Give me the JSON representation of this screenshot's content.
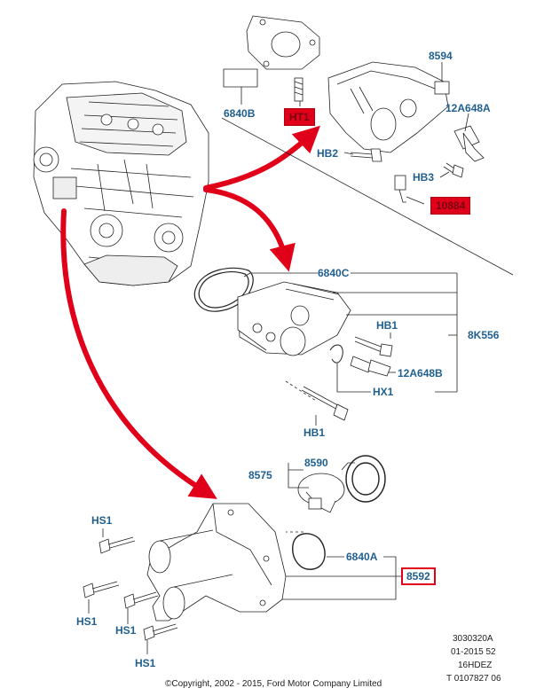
{
  "labels": {
    "p6840B": "6840B",
    "pHT1": "HT1",
    "p8594": "8594",
    "p12A648A": "12A648A",
    "pHB2": "HB2",
    "pHB3": "HB3",
    "p10884": "10884",
    "p6840C": "6840C",
    "pHB1a": "HB1",
    "p8K556": "8K556",
    "p12A648B": "12A648B",
    "pHX1": "HX1",
    "pHB1b": "HB1",
    "p8575": "8575",
    "p8590": "8590",
    "pHS1a": "HS1",
    "p6840A": "6840A",
    "p8592": "8592",
    "pHS1b": "HS1",
    "pHS1c": "HS1",
    "pHS1d": "HS1"
  },
  "footer": {
    "code": "3030320A",
    "date": "01-2015 52",
    "engine": "16HDEZ",
    "ref": "T 0107827 06",
    "copyright": "©Copyright, 2002 - 2015, Ford Motor Company Limited"
  },
  "colors": {
    "label": "#1f5f8f",
    "highlight": "#e0001a",
    "arrow": "#e0001a",
    "line": "#000000"
  }
}
